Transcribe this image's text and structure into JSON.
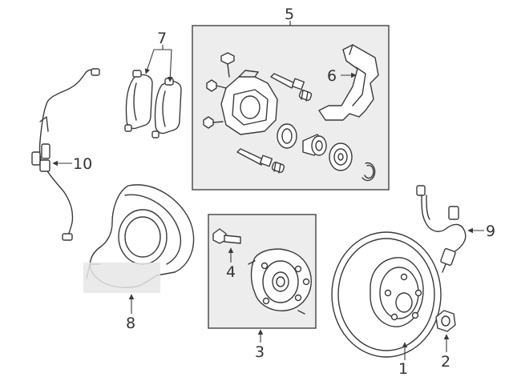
{
  "diagram": {
    "callouts": [
      {
        "id": "1",
        "label": "1",
        "part": "rotor"
      },
      {
        "id": "2",
        "label": "2",
        "part": "hub-nut"
      },
      {
        "id": "3",
        "label": "3",
        "part": "hub-bearing-assembly"
      },
      {
        "id": "4",
        "label": "4",
        "part": "hub-bolt"
      },
      {
        "id": "5",
        "label": "5",
        "part": "caliper-assembly"
      },
      {
        "id": "6",
        "label": "6",
        "part": "caliper-support"
      },
      {
        "id": "7",
        "label": "7",
        "part": "brake-pads"
      },
      {
        "id": "8",
        "label": "8",
        "part": "splash-shield"
      },
      {
        "id": "9",
        "label": "9",
        "part": "brake-hose"
      },
      {
        "id": "10",
        "label": "10",
        "part": "abs-sensor"
      }
    ]
  }
}
